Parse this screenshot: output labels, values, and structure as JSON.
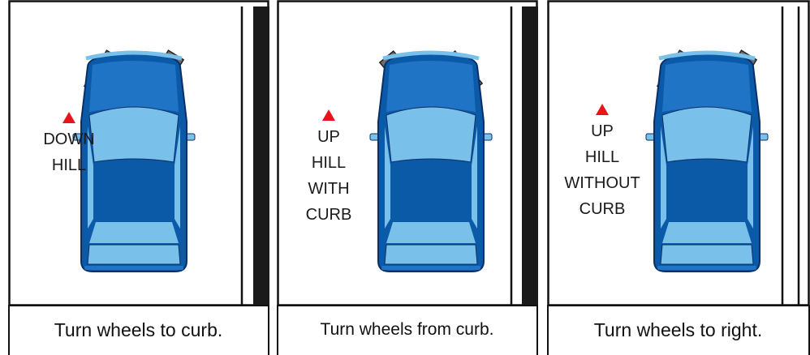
{
  "colors": {
    "border": "#111111",
    "curb": "#1a1a1a",
    "car_dark": "#0b5aa8",
    "car_mid": "#1f74c6",
    "car_light": "#79c0ea",
    "car_outline": "#0a2f66",
    "tire": "#6d6d6d",
    "arrow": "#e8141c"
  },
  "arrow_icon": "red-triangle-up",
  "panels": [
    {
      "id": "downhill",
      "direction_lines": [
        "DOWN",
        "HILL"
      ],
      "caption": "Turn wheels to curb.",
      "wheel_direction": "toward-curb",
      "has_curb": true
    },
    {
      "id": "uphill-with-curb",
      "direction_lines": [
        "UP",
        "HILL",
        "WITH",
        "CURB"
      ],
      "caption": "Turn wheels from curb.",
      "wheel_direction": "away-from-curb",
      "has_curb": true
    },
    {
      "id": "uphill-without-curb",
      "direction_lines": [
        "UP",
        "HILL",
        "WITHOUT",
        "CURB"
      ],
      "caption": "Turn wheels to right.",
      "wheel_direction": "toward-right",
      "has_curb": false
    }
  ]
}
